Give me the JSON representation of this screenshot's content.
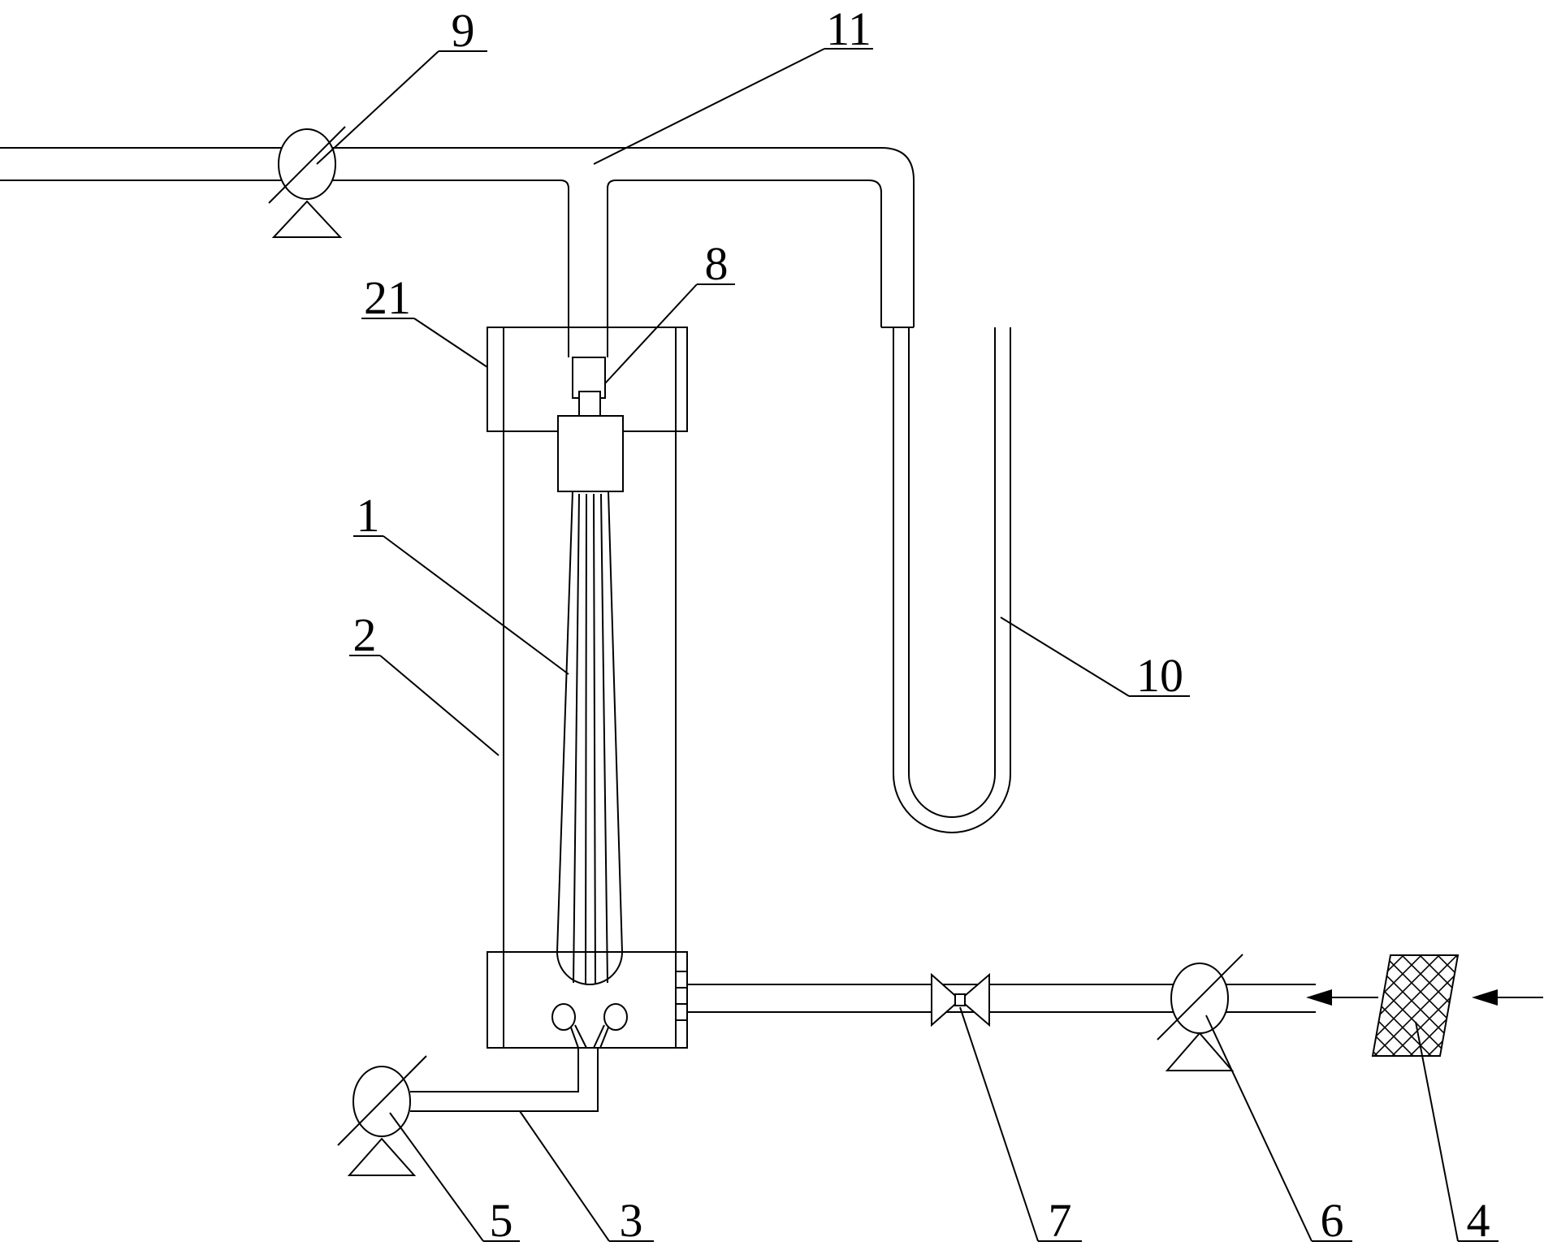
{
  "labels": {
    "tube": "1",
    "shell": "2",
    "drain_pipe": "3",
    "filter": "4",
    "drain_pump": "5",
    "feed_pump": "6",
    "valve": "7",
    "connector": "8",
    "suction_pump": "9",
    "u_tube": "10",
    "tee_pipe": "11",
    "top_cap": "21"
  },
  "colors": {
    "line": "#000000",
    "background": "#ffffff"
  },
  "icons": [
    "pump-icon",
    "valve-icon",
    "filter-icon",
    "arrow-icon"
  ]
}
